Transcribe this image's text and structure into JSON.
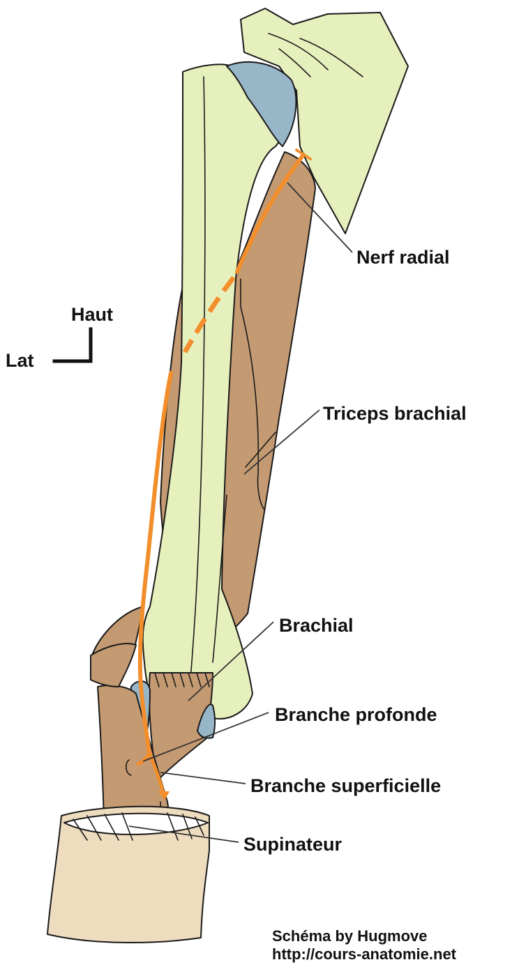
{
  "labels": {
    "nerf_radial": "Nerf radial",
    "triceps": "Triceps brachial",
    "brachial": "Brachial",
    "branche_profonde": "Branche profonde",
    "branche_superficielle": "Branche superficielle",
    "supinateur": "Supinateur"
  },
  "orientation": {
    "up": "Haut",
    "lateral": "Lat"
  },
  "credit": {
    "line1": "Schéma by Hugmove",
    "line2": "http://cours-anatomie.net"
  },
  "colors": {
    "bone": "#E6F0BC",
    "muscle": "#C49A72",
    "cartilage": "#97B6C8",
    "nerve": "#F28E2B",
    "skin_cuff": "#EEDCBF",
    "outline": "#1A1A1A"
  }
}
